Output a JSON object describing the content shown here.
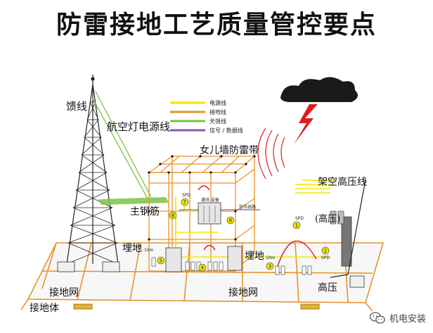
{
  "title": "防雷接地工艺质量管控要点",
  "labels": {
    "feeder": "馈线",
    "aviation_light": "航空灯电源线",
    "parapet": "女儿墙防雷带",
    "main_rebar": "主钢筋",
    "overhead_hv": "架空高压线",
    "buried_left": "埋地",
    "buried_right": "埋地",
    "ground_net_left": "接地网",
    "ground_body": "接地体",
    "ground_net_right": "接地网",
    "high_voltage": "高压",
    "high_voltage_box": "(高压)",
    "signal_route": "信号线路",
    "comm_equipment": "通讯 设备",
    "spd": "SPD",
    "ten_m": "10m"
  },
  "legend": [
    {
      "label": "电源线",
      "color": "#f2e600"
    },
    {
      "label": "接地线",
      "color": "#e8922a"
    },
    {
      "label": "天馈线",
      "color": "#7cc243"
    },
    {
      "label": "信号 / 数据线",
      "color": "#8a5aa8"
    }
  ],
  "spd_markers": [
    "1",
    "2",
    "3",
    "4",
    "5",
    "6",
    "7",
    "8"
  ],
  "colors": {
    "ground": "#e8922a",
    "power": "#f2e600",
    "feeder": "#7cc243",
    "signal": "#8a5aa8",
    "lightning": "#e01b1b",
    "cloud": "#1a1a1a"
  },
  "watermark": "机电安装"
}
